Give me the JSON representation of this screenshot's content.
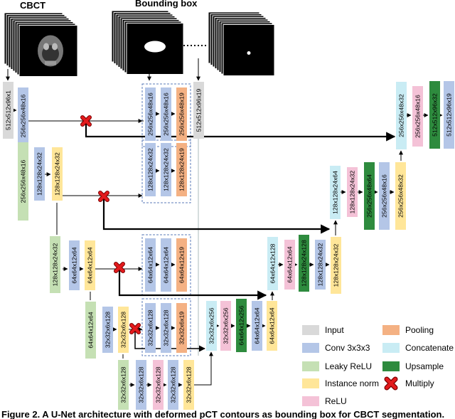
{
  "labels": {
    "cbct": "CBCT",
    "bounding_box": "Bounding box"
  },
  "colors": {
    "input": "#d9d9d9",
    "conv": "#b4c6e7",
    "leaky": "#c5e0b4",
    "norm": "#ffe699",
    "relu": "#f4c2d7",
    "pool": "#f4b183",
    "concat": "#c9ecf4",
    "upsample": "#2e8b3e",
    "multiply": "#e31a1c"
  },
  "blocks": [
    {
      "label": "512x512x96x1",
      "type": "input"
    },
    {
      "label": "256x256x48x16",
      "type": "conv"
    },
    {
      "label": "256x256x48x16",
      "type": "leaky"
    },
    {
      "label": "128x128x24x32",
      "type": "conv"
    },
    {
      "label": "128x128x24x32",
      "type": "norm"
    },
    {
      "label": "128x128x24x32",
      "type": "leaky"
    },
    {
      "label": "64x64x12x64",
      "type": "conv"
    },
    {
      "label": "64x64x12x64",
      "type": "norm"
    },
    {
      "label": "64x64x12x64",
      "type": "leaky"
    },
    {
      "label": "32x32x6x128",
      "type": "conv"
    },
    {
      "label": "32x32x6x128",
      "type": "norm"
    },
    {
      "label": "32x32x6x128",
      "type": "leaky"
    },
    {
      "label": "32x32x6x128",
      "type": "conv"
    },
    {
      "label": "32x32x6x128",
      "type": "relu"
    },
    {
      "label": "32x32x6x128",
      "type": "conv"
    },
    {
      "label": "32x32x6x128",
      "type": "norm"
    },
    {
      "label": "512x512x96x19",
      "type": "input"
    },
    {
      "label": "256x256x48x16",
      "type": "conv"
    },
    {
      "label": "256x256x48x16",
      "type": "conv"
    },
    {
      "label": "256x256x48x19",
      "type": "pool"
    },
    {
      "label": "128x128x24x32",
      "type": "conv"
    },
    {
      "label": "128x128x24x32",
      "type": "conv"
    },
    {
      "label": "128x128x24x19",
      "type": "pool"
    },
    {
      "label": "64x64x12x64",
      "type": "conv"
    },
    {
      "label": "64x64x12x64",
      "type": "conv"
    },
    {
      "label": "64x64x12x19",
      "type": "pool"
    },
    {
      "label": "32x32x6x128",
      "type": "conv"
    },
    {
      "label": "32x32x6x128",
      "type": "conv"
    },
    {
      "label": "32x32x6x19",
      "type": "pool"
    },
    {
      "label": "32x32x6x256",
      "type": "concat"
    },
    {
      "label": "32x32x6x256",
      "type": "relu"
    },
    {
      "label": "64x64x12x256",
      "type": "upsample"
    },
    {
      "label": "64x64x12x64",
      "type": "conv"
    },
    {
      "label": "64x64x12x64",
      "type": "norm"
    },
    {
      "label": "64x64x12x128",
      "type": "concat"
    },
    {
      "label": "64x64x12x64",
      "type": "relu"
    },
    {
      "label": "128x128x24x128",
      "type": "upsample"
    },
    {
      "label": "128x128x24x32",
      "type": "conv"
    },
    {
      "label": "128x128x24x32",
      "type": "norm"
    },
    {
      "label": "128x128x24x64",
      "type": "concat"
    },
    {
      "label": "128x128x24x32",
      "type": "relu"
    },
    {
      "label": "256x256x48x64",
      "type": "upsample"
    },
    {
      "label": "256x256x48x16",
      "type": "conv"
    },
    {
      "label": "256x256x48x32",
      "type": "norm"
    },
    {
      "label": "256x256x48x32",
      "type": "concat"
    },
    {
      "label": "256x256x48x16",
      "type": "relu"
    },
    {
      "label": "512x512x96x32",
      "type": "upsample"
    },
    {
      "label": "512x512x96x19",
      "type": "conv"
    }
  ],
  "legend": [
    {
      "label": "Input",
      "type": "input"
    },
    {
      "label": "Pooling",
      "type": "pool"
    },
    {
      "label": "Conv 3x3x3",
      "type": "conv"
    },
    {
      "label": "Concatenate",
      "type": "concat"
    },
    {
      "label": "Leaky ReLU",
      "type": "leaky"
    },
    {
      "label": "Upsample",
      "type": "upsample"
    },
    {
      "label": "Instance norm",
      "type": "norm"
    },
    {
      "label": "Multiply",
      "type": "multiply"
    },
    {
      "label": "ReLU",
      "type": "relu"
    }
  ],
  "caption": "Figure 2. A U-Net architecture with deformed pCT contours as bounding box for CBCT segmentation."
}
